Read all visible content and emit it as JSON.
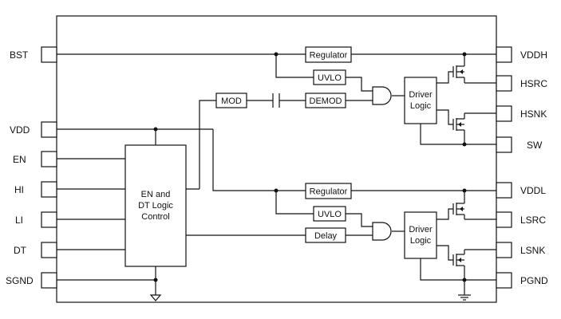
{
  "pins_left": {
    "bst": "BST",
    "vdd": "VDD",
    "en": "EN",
    "hi": "HI",
    "li": "LI",
    "dt": "DT",
    "sgnd": "SGND"
  },
  "pins_right": {
    "vddh": "VDDH",
    "hsrc": "HSRC",
    "hsnk": "HSNK",
    "sw": "SW",
    "vddl": "VDDL",
    "lsrc": "LSRC",
    "lsnk": "LSNK",
    "pgnd": "PGND"
  },
  "blocks": {
    "regulator_high": "Regulator",
    "uvlo_high": "UVLO",
    "mod": "MOD",
    "demod": "DEMOD",
    "driver_high_1": "Driver",
    "driver_high_2": "Logic",
    "logic_1": "EN and",
    "logic_2": "DT Logic",
    "logic_3": "Control",
    "regulator_low": "Regulator",
    "uvlo_low": "UVLO",
    "delay": "Delay",
    "driver_low_1": "Driver",
    "driver_low_2": "Logic"
  }
}
